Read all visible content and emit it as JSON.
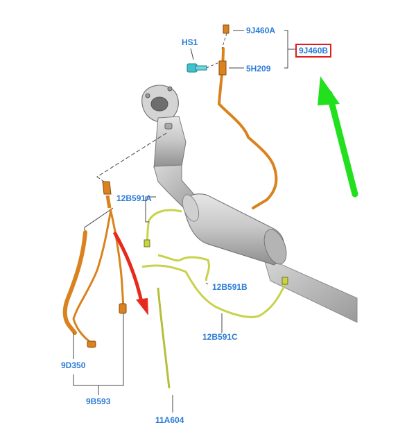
{
  "diagram": {
    "callouts": {
      "hs1": "HS1",
      "c9j460a": "9J460A",
      "c9j460b": "9J460B",
      "c5h209": "5H209",
      "c12b591a": "12B591A",
      "c12b591b": "12B591B",
      "c12b591c": "12B591C",
      "c9d350": "9D350",
      "c9b593": "9B593",
      "c11a604": "11A604"
    },
    "highlighted_callout": "9J460B",
    "colors": {
      "label": "#2b7bd6",
      "highlight_box": "#e01b1b",
      "orange_wire": "#d9821e",
      "yellow_green_harness": "#c8d24a",
      "teal_bolt": "#3ec3cc",
      "green_arrow": "#22e01e",
      "red_arrow": "#e82a1e",
      "gray_part": "#c8c8c8"
    },
    "icons": [
      "bolt-icon",
      "green-arrow-icon",
      "red-arrow-icon"
    ]
  }
}
